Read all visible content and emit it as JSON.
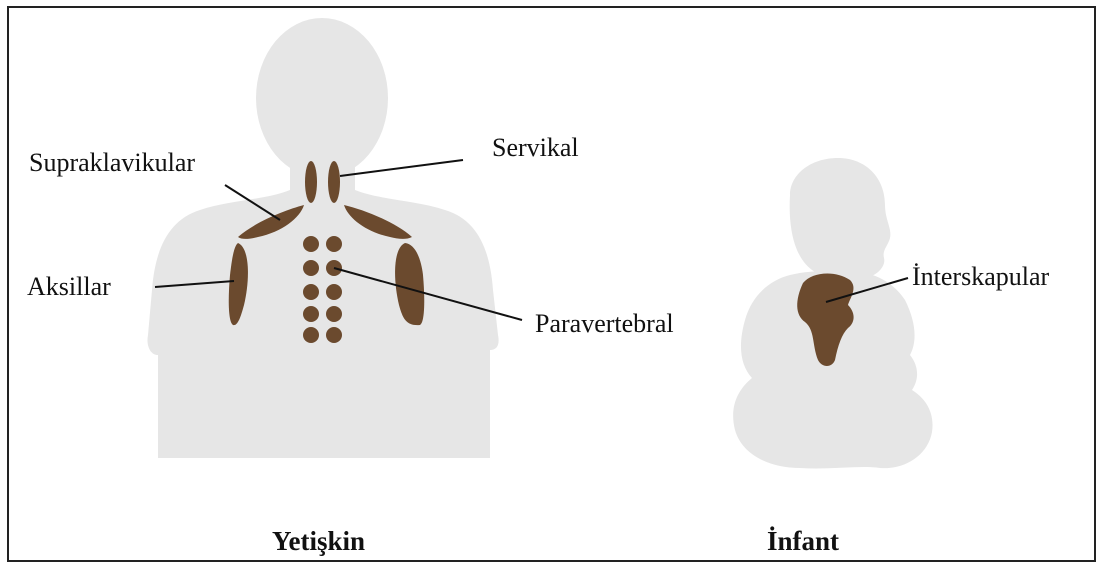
{
  "colors": {
    "silhouette": "#e6e6e6",
    "fat_region": "#6b4a2e",
    "leader_line": "#111111",
    "border": "#222222"
  },
  "adult": {
    "caption": "Yetişkin",
    "labels": {
      "supraclavicular": "Supraklavikular",
      "cervical": "Servikal",
      "axillary": "Aksillar",
      "paravertebral": "Paravertebral"
    }
  },
  "infant": {
    "caption": "İnfant",
    "labels": {
      "interscapular": "İnterskapular"
    }
  }
}
